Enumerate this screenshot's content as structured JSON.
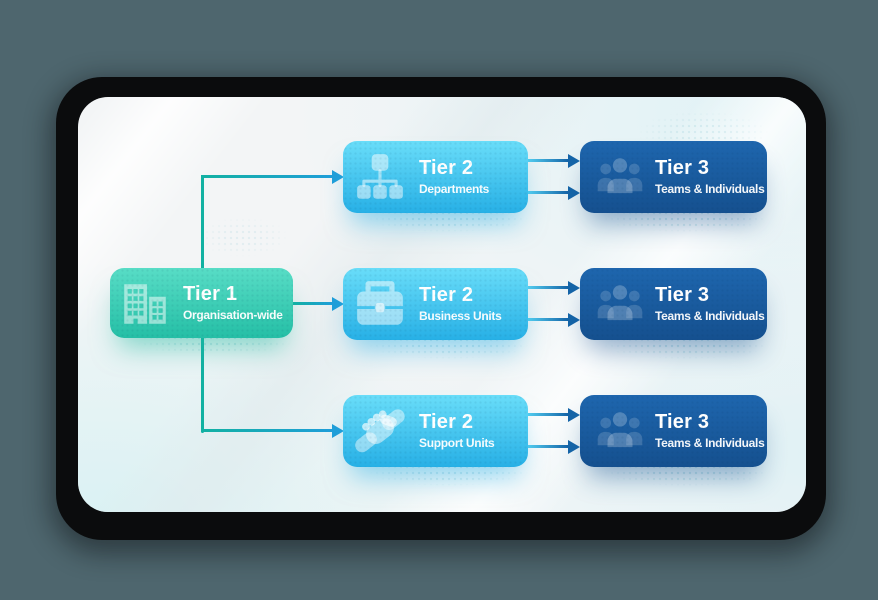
{
  "page": {
    "background_color": "#4e666e"
  },
  "card": {
    "background_color": "#f3f5f6",
    "frame_color": "#0b0c0d"
  },
  "diagram": {
    "tier1": {
      "title": "Tier 1",
      "subtitle": "Organisation-wide",
      "icon": "buildings-icon",
      "color_top": "#58ddc6",
      "color_bottom": "#25bfa6"
    },
    "tier2": [
      {
        "title": "Tier 2",
        "subtitle": "Departments",
        "icon": "org-chart-icon"
      },
      {
        "title": "Tier 2",
        "subtitle": "Business Units",
        "icon": "briefcase-icon"
      },
      {
        "title": "Tier 2",
        "subtitle": "Support Units",
        "icon": "handshake-icon"
      }
    ],
    "tier2_colors": {
      "top": "#69ddf9",
      "bottom": "#27b0e6"
    },
    "tier3": [
      {
        "title": "Tier 3",
        "subtitle": "Teams & Individuals",
        "icon": "people-group-icon"
      },
      {
        "title": "Tier 3",
        "subtitle": "Teams & Individuals",
        "icon": "people-group-icon"
      },
      {
        "title": "Tier 3",
        "subtitle": "Teams & Individuals",
        "icon": "people-group-icon"
      }
    ],
    "tier3_colors": {
      "top": "#1e66ae",
      "bottom": "#15508f"
    },
    "connector_colors": {
      "teal": "#12b1a2",
      "blue": "#1f9ed9",
      "dark_blue": "#1565a8",
      "cyan": "#53cdf0"
    }
  }
}
